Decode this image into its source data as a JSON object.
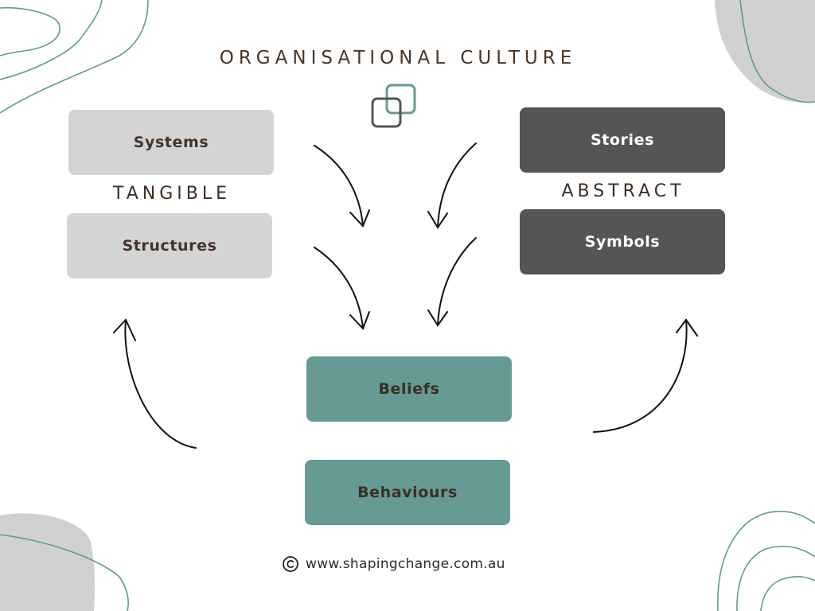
{
  "title": "ORGANISATIONAL CULTURE",
  "tangible": {
    "label": "TANGIBLE",
    "items": [
      "Systems",
      "Structures"
    ]
  },
  "abstract": {
    "label": "ABSTRACT",
    "items": [
      "Stories",
      "Symbols"
    ]
  },
  "core": {
    "items": [
      "Beliefs",
      "Behaviours"
    ]
  },
  "footer": {
    "icon": "copyright-icon",
    "text": "www.shapingchange.com.au"
  },
  "colors": {
    "light_box": "#d4d4d4",
    "dark_box": "#555555",
    "teal_box": "#659b94",
    "teal_line": "#5f9a93",
    "title_text": "#4a3525",
    "arrow": "#111111",
    "deco_gray": "#d0d0d0"
  }
}
